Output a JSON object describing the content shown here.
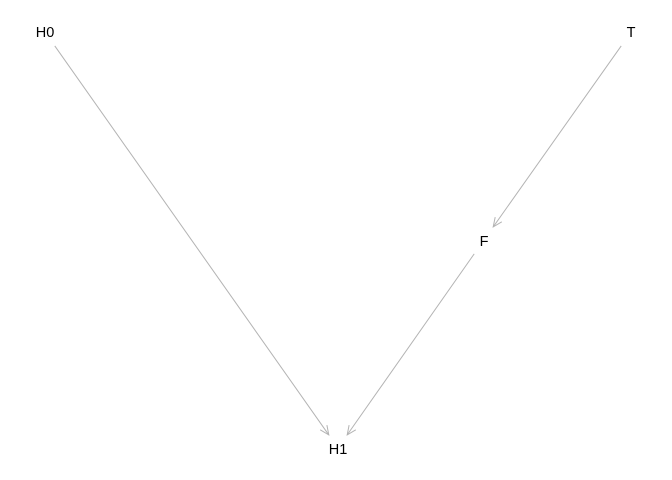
{
  "diagram": {
    "nodes": [
      {
        "id": "H0",
        "label": "H0"
      },
      {
        "id": "T",
        "label": "T"
      },
      {
        "id": "F",
        "label": "F"
      },
      {
        "id": "H1",
        "label": "H1"
      }
    ],
    "edges": [
      {
        "from": "H0",
        "to": "H1"
      },
      {
        "from": "T",
        "to": "F"
      },
      {
        "from": "F",
        "to": "H1"
      }
    ],
    "colors": {
      "edge": "#b3b3b3",
      "label": "#000000",
      "background": "#ffffff"
    }
  }
}
